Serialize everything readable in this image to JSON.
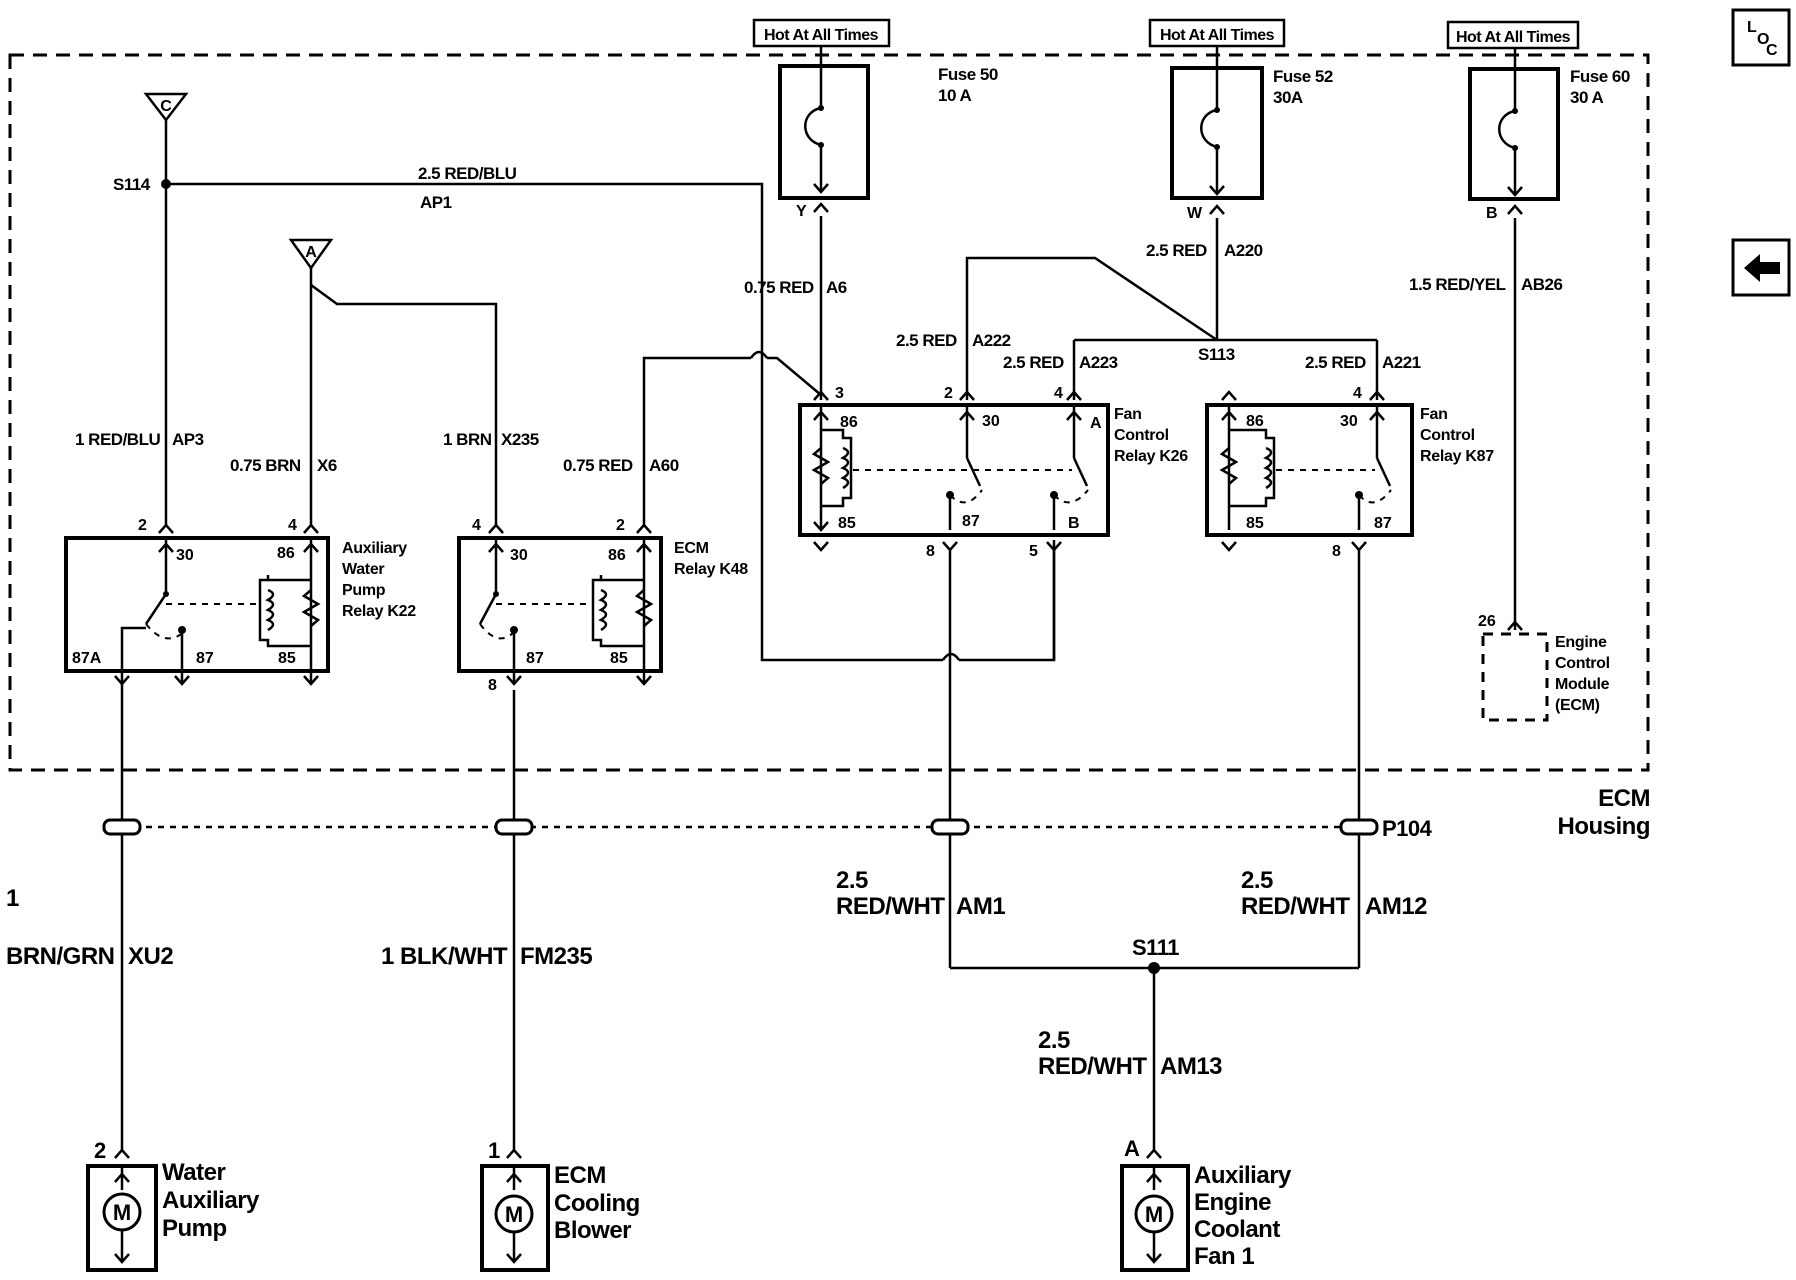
{
  "hot_labels": [
    "Hot At All Times",
    "Hot At All Times",
    "Hot At All Times"
  ],
  "fuses": [
    {
      "name": "Fuse 50",
      "rating": "10 A",
      "pin": "Y"
    },
    {
      "name": "Fuse 52",
      "rating": "30A",
      "pin": "W"
    },
    {
      "name": "Fuse 60",
      "rating": "30 A",
      "pin": "B"
    }
  ],
  "nav": {
    "loc": {
      "l": "L",
      "o": "O",
      "c": "C"
    },
    "back_glyph": "⬅"
  },
  "grounds": {
    "c": "C",
    "a": "A"
  },
  "splices": {
    "s114": "S114",
    "s113": "S113",
    "s111": "S111"
  },
  "wires": {
    "ap1_color": "2.5 RED/BLU",
    "ap1_circuit": "AP1",
    "a6": "0.75 RED",
    "a6_c": "A6",
    "a220": "2.5 RED",
    "a220_c": "A220",
    "a222": "2.5 RED",
    "a222_c": "A222",
    "a223": "2.5 RED",
    "a223_c": "A223",
    "a221": "2.5 RED",
    "a221_c": "A221",
    "ab26": "1.5 RED/YEL",
    "ab26_c": "AB26",
    "ap3": "1 RED/BLU",
    "ap3_c": "AP3",
    "x6": "0.75 BRN",
    "x6_c": "X6",
    "x235": "1 BRN",
    "x235_c": "X235",
    "a60": "0.75 RED",
    "a60_c": "A60",
    "am1_size": "2.5",
    "am1": "RED/WHT",
    "am1_c": "AM1",
    "am12_size": "2.5",
    "am12": "RED/WHT",
    "am12_c": "AM12",
    "am13_size": "2.5",
    "am13": "RED/WHT",
    "am13_c": "AM13",
    "xu2_size": "1",
    "xu2": "BRN/GRN",
    "xu2_c": "XU2",
    "fm235": "1 BLK/WHT",
    "fm235_c": "FM235"
  },
  "relays": {
    "k22": {
      "lines": [
        "Auxiliary",
        "Water",
        "Pump",
        "Relay K22"
      ],
      "pins": {
        "p2": "2",
        "p4": "4",
        "p30": "30",
        "p86": "86",
        "p87a": "87A",
        "p87": "87",
        "p85": "85"
      }
    },
    "k48": {
      "lines": [
        "ECM",
        "Relay K48"
      ],
      "pins": {
        "p4": "4",
        "p2": "2",
        "p30": "30",
        "p86": "86",
        "p87": "87",
        "p85": "85",
        "p8": "8"
      }
    },
    "k26": {
      "lines": [
        "Fan",
        "Control",
        "Relay K26"
      ],
      "pins": {
        "p3": "3",
        "p2": "2",
        "p4": "4",
        "p86": "86",
        "p30": "30",
        "pa": "A",
        "p85": "85",
        "p87": "87",
        "pb": "B",
        "p8": "8",
        "p5": "5"
      }
    },
    "k87": {
      "lines": [
        "Fan",
        "Control",
        "Relay K87"
      ],
      "pins": {
        "p4": "4",
        "p86": "86",
        "p30": "30",
        "p85": "85",
        "p87": "87",
        "p8": "8"
      }
    }
  },
  "ecm": {
    "lines": [
      "Engine",
      "Control",
      "Module",
      "(ECM)"
    ],
    "pin": "26"
  },
  "housing": {
    "line1": "ECM",
    "line2": "Housing"
  },
  "connector": "P104",
  "motors": [
    {
      "pin": "2",
      "glyph": "M",
      "lines": [
        "Water",
        "Auxiliary",
        "Pump"
      ]
    },
    {
      "pin": "1",
      "glyph": "M",
      "lines": [
        "ECM",
        "Cooling",
        "Blower"
      ]
    },
    {
      "pin": "A",
      "glyph": "M",
      "lines": [
        "Auxiliary",
        "Engine",
        "Coolant",
        "Fan 1"
      ]
    }
  ]
}
